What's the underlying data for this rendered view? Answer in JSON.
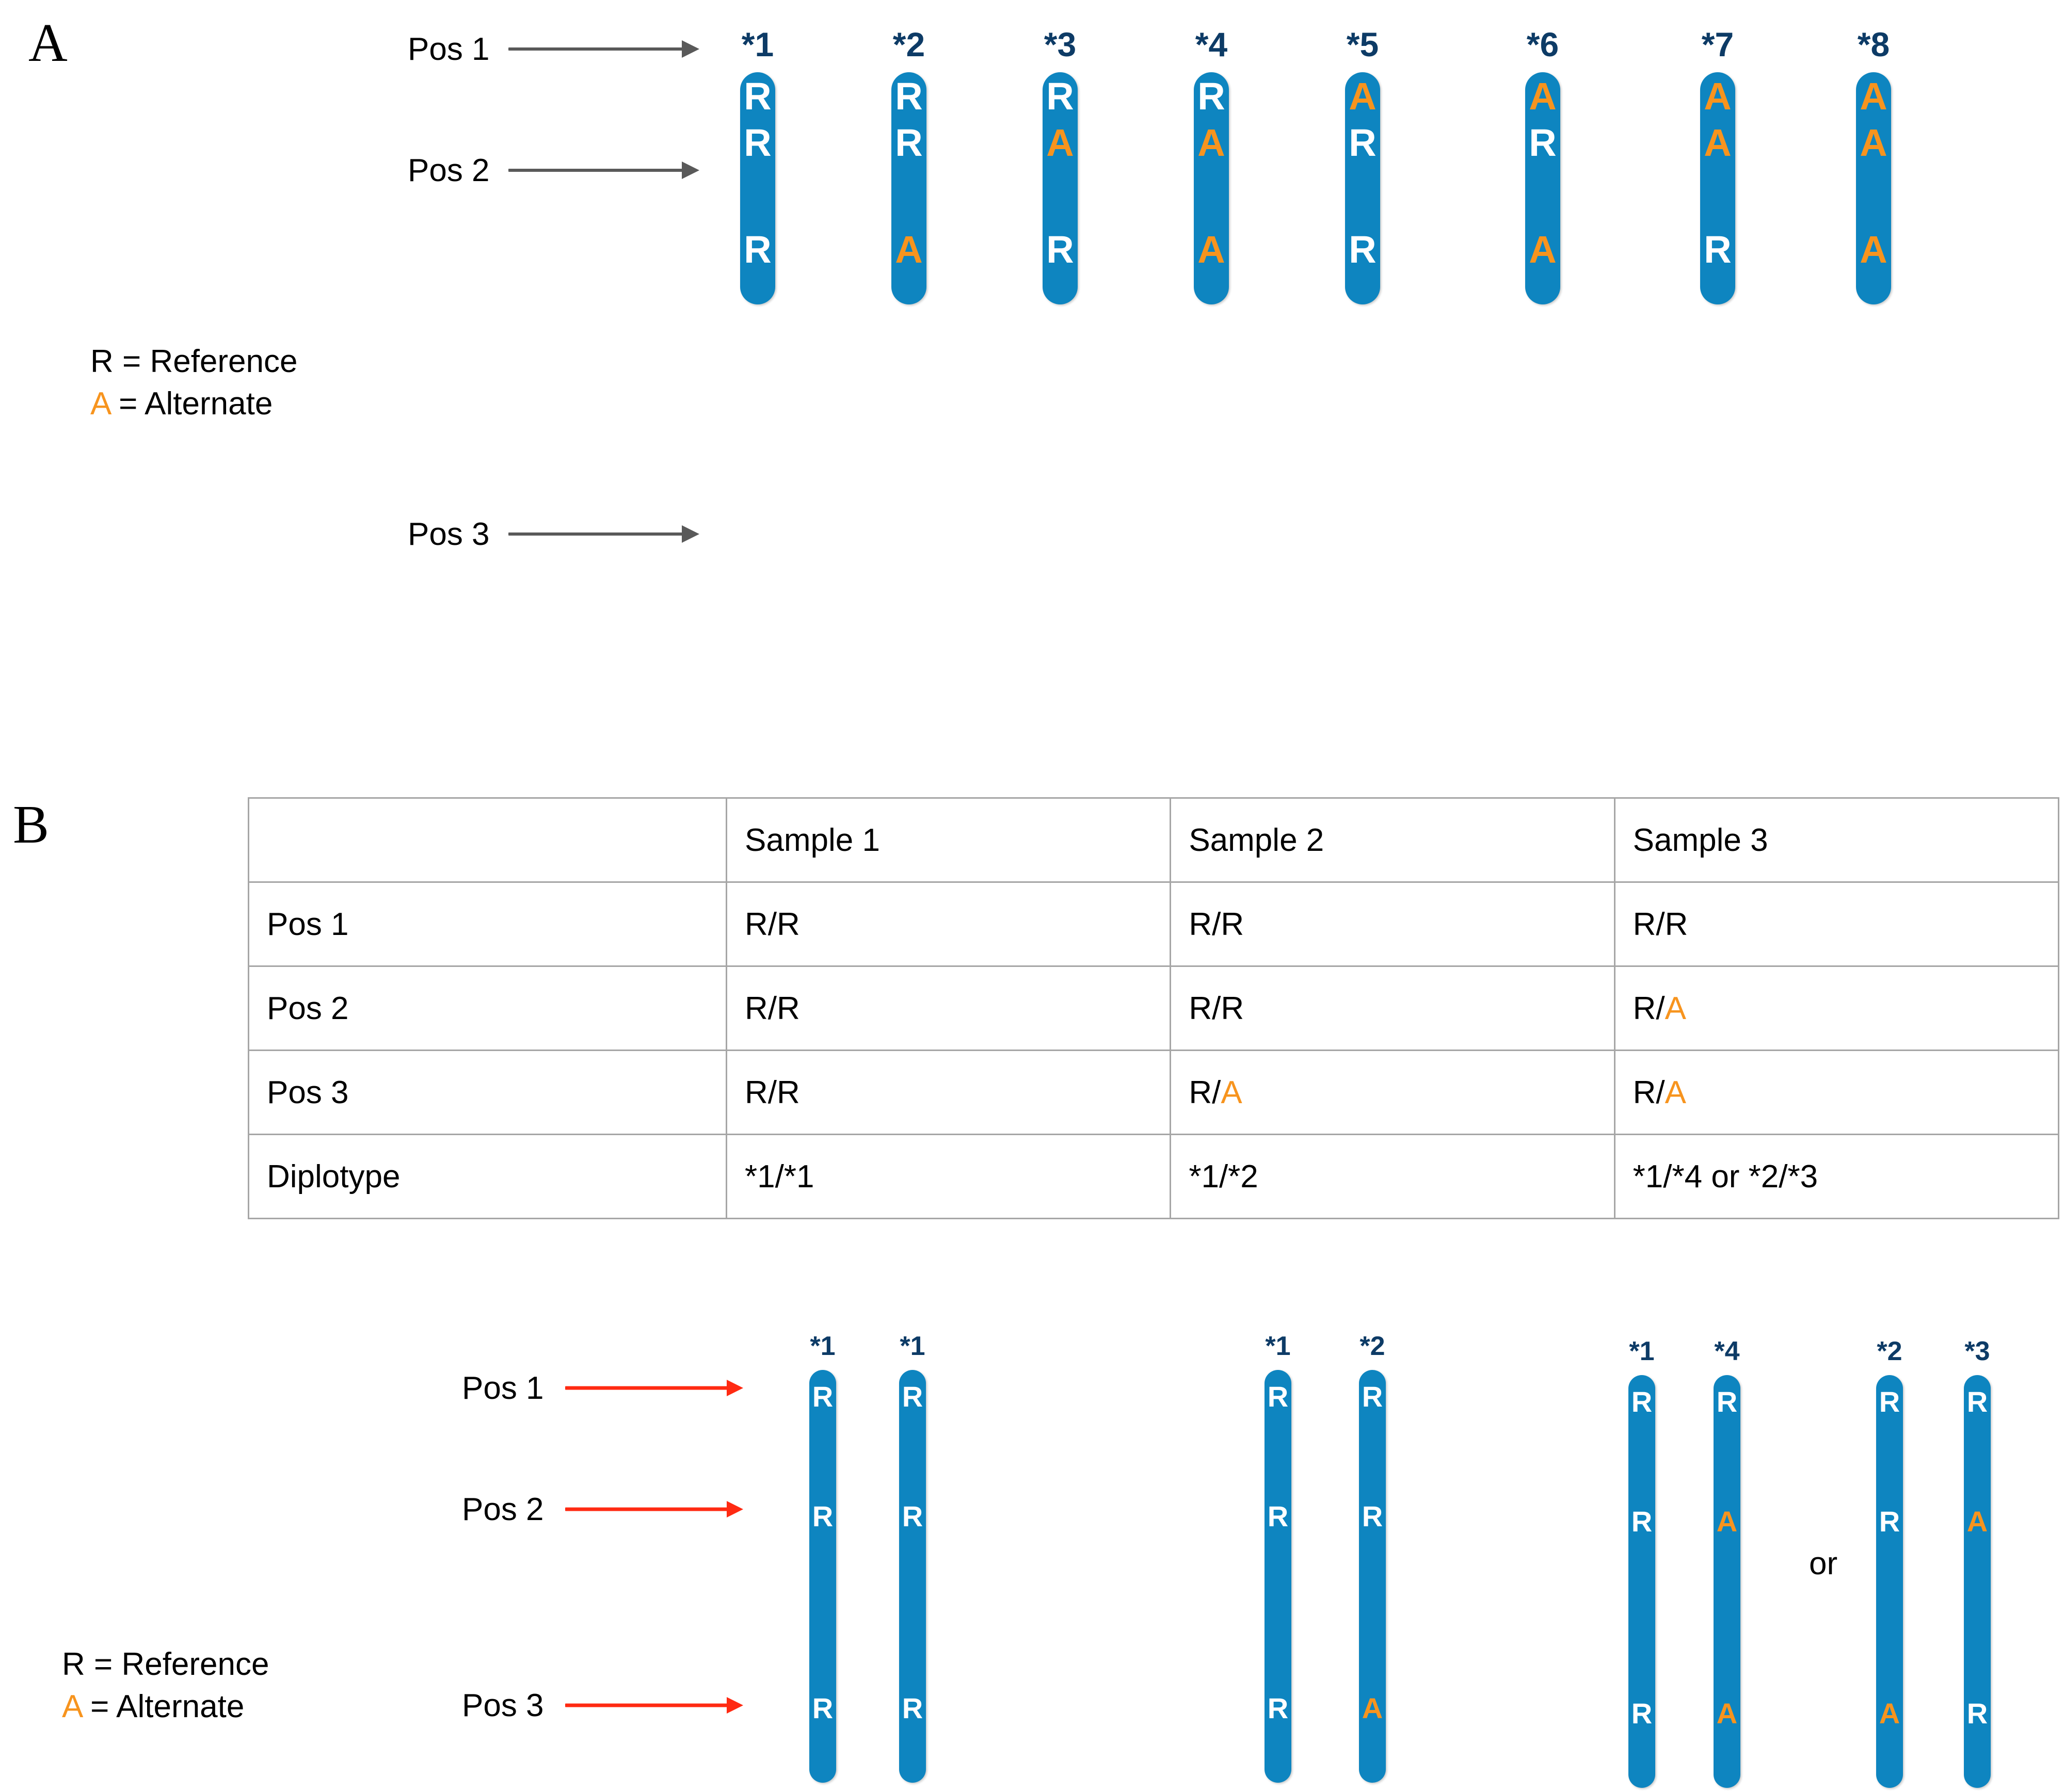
{
  "panels": {
    "a_label": "A",
    "b_label": "B"
  },
  "legend": {
    "reference_letter": "R",
    "reference_text": " = Reference",
    "alternate_letter": "A",
    "alternate_text": " = Alternate"
  },
  "positions": {
    "pos1": "Pos 1",
    "pos2": "Pos 2",
    "pos3": "Pos 3"
  },
  "panel_a": {
    "haplotypes": [
      {
        "name": "*1",
        "alleles": [
          "R",
          "R",
          "R"
        ]
      },
      {
        "name": "*2",
        "alleles": [
          "R",
          "R",
          "A"
        ]
      },
      {
        "name": "*3",
        "alleles": [
          "R",
          "A",
          "R"
        ]
      },
      {
        "name": "*4",
        "alleles": [
          "R",
          "A",
          "A"
        ]
      },
      {
        "name": "*5",
        "alleles": [
          "A",
          "R",
          "R"
        ]
      },
      {
        "name": "*6",
        "alleles": [
          "A",
          "R",
          "A"
        ]
      },
      {
        "name": "*7",
        "alleles": [
          "A",
          "A",
          "R"
        ]
      },
      {
        "name": "*8",
        "alleles": [
          "A",
          "A",
          "A"
        ]
      }
    ]
  },
  "panel_b": {
    "table": {
      "corner": "",
      "columns": [
        "Sample 1",
        "Sample 2",
        "Sample 3"
      ],
      "rows": [
        {
          "label": "Pos 1",
          "cells": [
            {
              "ref": "R/R",
              "alt": ""
            },
            {
              "ref": "R/R",
              "alt": ""
            },
            {
              "ref": "R/R",
              "alt": ""
            }
          ]
        },
        {
          "label": "Pos 2",
          "cells": [
            {
              "ref": "R/R",
              "alt": ""
            },
            {
              "ref": "R/R",
              "alt": ""
            },
            {
              "ref": "R/",
              "alt": "A"
            }
          ]
        },
        {
          "label": "Pos 3",
          "cells": [
            {
              "ref": "R/R",
              "alt": ""
            },
            {
              "ref": "R/",
              "alt": "A"
            },
            {
              "ref": "R/",
              "alt": "A"
            }
          ]
        },
        {
          "label": "Diplotype",
          "cells": [
            {
              "ref": "*1/*1",
              "alt": ""
            },
            {
              "ref": "*1/*2",
              "alt": ""
            },
            {
              "ref": "*1/*4 or *2/*3",
              "alt": ""
            }
          ]
        }
      ]
    },
    "or_word": "or",
    "diagram_groups": [
      {
        "group": "sample1",
        "haplotypes": [
          {
            "name": "*1",
            "alleles": [
              "R",
              "R",
              "R"
            ]
          },
          {
            "name": "*1",
            "alleles": [
              "R",
              "R",
              "R"
            ]
          }
        ]
      },
      {
        "group": "sample2",
        "haplotypes": [
          {
            "name": "*1",
            "alleles": [
              "R",
              "R",
              "R"
            ]
          },
          {
            "name": "*2",
            "alleles": [
              "R",
              "R",
              "A"
            ]
          }
        ]
      },
      {
        "group": "sample3-option1",
        "haplotypes": [
          {
            "name": "*1",
            "alleles": [
              "R",
              "R",
              "R"
            ]
          },
          {
            "name": "*4",
            "alleles": [
              "R",
              "A",
              "A"
            ]
          }
        ]
      },
      {
        "group": "sample3-option2",
        "haplotypes": [
          {
            "name": "*2",
            "alleles": [
              "R",
              "R",
              "A"
            ]
          },
          {
            "name": "*3",
            "alleles": [
              "R",
              "A",
              "R"
            ]
          }
        ]
      }
    ]
  },
  "colors": {
    "bar_blue": "#0E85C0",
    "alternate_orange": "#F7941E",
    "star_navy": "#0D3B66",
    "arrow_gray": "#595959",
    "arrow_red": "#FF2A12",
    "table_border": "#A6A6A6"
  }
}
